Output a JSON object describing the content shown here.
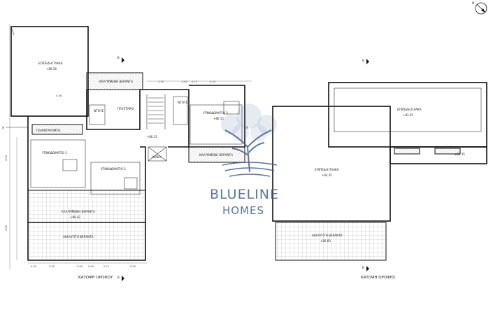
{
  "plans": [
    {
      "title": "ΚΑΤΟΨΗ ΟΡΟΦΟΥ",
      "rooms": {
        "flat_roof": "ΕΠΙΠΕΔΗ ΠΛΑΚΑ",
        "covered_veranda_top": "ΚΑΛΥΜΜΕΝΗ ΒΕΡΑΝΤΑ",
        "shower_1": "ΝΤΟΥΣ",
        "laundry": "ΠΛΥΣΤΑΡΙΟ",
        "shower_2": "ΝΤΟΥΣ",
        "wardrobe": "ΓΚΑΡΝΤΑΡΟΜΠΑ",
        "bedroom_1": "ΥΠΝΟΔΩΜΑΤΙΟ 1",
        "bedroom_2": "ΥΠΝΟΔΩΜΑΤΙΟ 2",
        "bedroom_3": "ΥΠΝΟΔΩΜΑΤΙΟ 3",
        "covered_veranda_right": "ΚΑΛΥΜΜΕΝΗ ΒΕΡΑΝΤΑ",
        "void": "ΚΕΝΟ",
        "covered_veranda_bottom": "ΚΑΛΥΜΜΕΝΗ ΒΕΡΑΝΤΑ",
        "uncovered_veranda": "ΑΚΑΛΥΠΤΗ ΒΕΡΑΝΤΑ"
      },
      "levels": {
        "flat_roof": "+80.18",
        "mid": "+80.15",
        "bedroom_3": "+80.15",
        "covered_veranda_bottom": "+80.42"
      },
      "dims": {
        "top_1": "4.58",
        "top_2": "2.35",
        "top_3": "0.65",
        "top_4": "0.15",
        "top_5": "4.50",
        "left_1": "4.55",
        "left_2": "4.25",
        "bottom_1": "0.95",
        "bottom_2": "3.95",
        "bottom_3": "0.60",
        "bottom_4": "0.40",
        "bottom_5": "2.71",
        "bottom_6": "0.90"
      },
      "section_marks": [
        "A",
        "A",
        "B",
        "B"
      ]
    },
    {
      "title": "ΚΑΤΟΨΗ ΟΡΟΦΗΣ",
      "rooms": {
        "flat_roof_top": "ΕΠΙΠΕΔΗ ΠΛΑΚΑ",
        "flat_roof_main": "ΕΠΙΠΕΔΗ ΠΛΑΚΑ",
        "uncovered_veranda": "ΑΚΑΛΥΠΤΗ ΒΕΡΑΝΤΑ"
      },
      "levels": {
        "flat_roof_top": "+83.35",
        "side": "+83.35",
        "flat_roof_main": "+83.35",
        "uncovered_veranda": "+80.60"
      },
      "section_marks": [
        "B",
        "B"
      ]
    }
  ],
  "watermark": {
    "line1": "BLUELINE",
    "line2": "HOMES",
    "color": "#3e5d9b"
  },
  "north_arrow": "N"
}
